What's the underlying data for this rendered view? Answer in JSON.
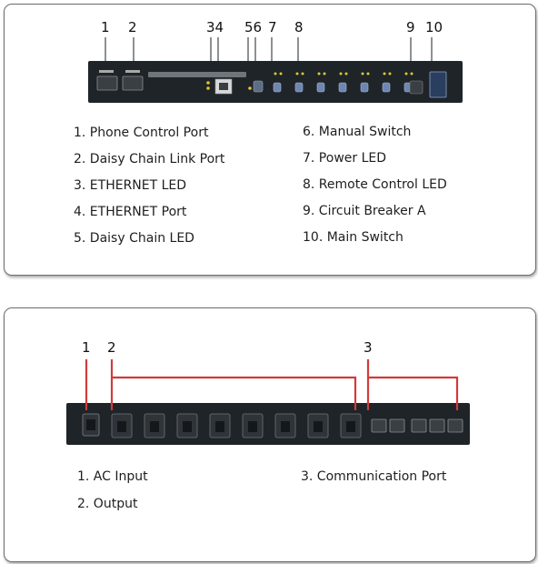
{
  "front": {
    "callouts": [
      "1",
      "2",
      "34",
      "56",
      "7",
      "8",
      "9",
      "10"
    ],
    "legend_left": [
      "1. Phone Control Port",
      "2. Daisy Chain Link Port",
      "3. ETHERNET LED",
      "4. ETHERNET Port",
      "5. Daisy Chain LED"
    ],
    "legend_right": [
      "6. Manual Switch",
      "7. Power LED",
      "8. Remote Control LED",
      "9. Circuit Breaker A",
      "10. Main Switch"
    ]
  },
  "rear": {
    "callouts": [
      "1",
      "2",
      "3"
    ],
    "legend_left": [
      "1. AC Input",
      "2. Output"
    ],
    "legend_right": [
      "3. Communication Port"
    ]
  },
  "colors": {
    "panel_border": "#6d6d6d",
    "device_body": "#1f2429",
    "callout_line": "#d23a3a"
  }
}
